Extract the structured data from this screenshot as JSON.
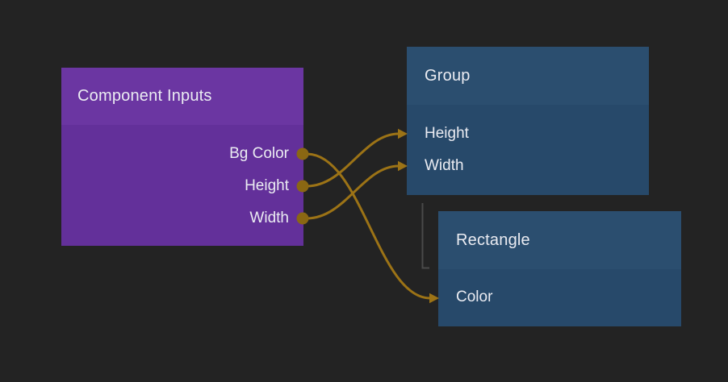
{
  "colors": {
    "background": "#232323",
    "purple_header": "#6b36a2",
    "purple_body": "#63309a",
    "blue_header": "#2b4e6f",
    "blue_body": "#27496a",
    "wire": "#9c7316",
    "port": "#8a6713",
    "hierarchy_line": "#4a4a4a",
    "text": "#ebecf2"
  },
  "nodes": [
    {
      "title": "Component Inputs",
      "outputs": [
        "Bg Color",
        "Height",
        "Width"
      ]
    },
    {
      "title": "Group",
      "inputs": [
        "Height",
        "Width"
      ]
    },
    {
      "title": "Rectangle",
      "inputs": [
        "Color"
      ]
    }
  ],
  "connections": [
    {
      "from": "Component Inputs.Bg Color",
      "to": "Rectangle.Color"
    },
    {
      "from": "Component Inputs.Height",
      "to": "Group.Height"
    },
    {
      "from": "Component Inputs.Width",
      "to": "Group.Width"
    }
  ]
}
